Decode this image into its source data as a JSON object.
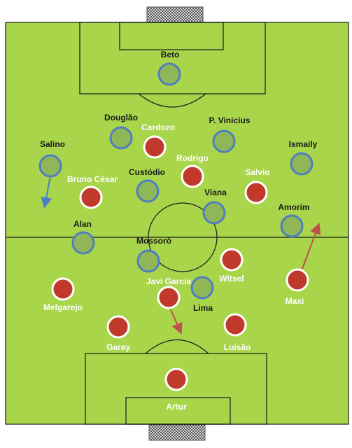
{
  "colors": {
    "pitch": "#a8d54a",
    "line": "#1a1a1a",
    "blue_fill": "#8fb657",
    "blue_ring": "#4f7fc0",
    "red_fill": "#c0392b",
    "red_ring": "#ffffff",
    "red_arrow": "#c0504d",
    "blue_arrow": "#4f7fc0"
  },
  "team_blue": [
    {
      "name": "Beto",
      "label_style": "dark"
    },
    {
      "name": "Douglão",
      "label_style": "dark"
    },
    {
      "name": "P. Vinicius",
      "label_style": "dark"
    },
    {
      "name": "Salino",
      "label_style": "dark"
    },
    {
      "name": "Ismaily",
      "label_style": "dark"
    },
    {
      "name": "Custódio",
      "label_style": "dark"
    },
    {
      "name": "Viana",
      "label_style": "dark"
    },
    {
      "name": "Amorim",
      "label_style": "dark"
    },
    {
      "name": "Alan",
      "label_style": "dark"
    },
    {
      "name": "Mossoró",
      "label_style": "dark"
    },
    {
      "name": "Lima",
      "label_style": "dark"
    }
  ],
  "team_red": [
    {
      "name": "Cardozo",
      "label_style": "light"
    },
    {
      "name": "Rodrigo",
      "label_style": "light"
    },
    {
      "name": "Bruno César",
      "label_style": "light"
    },
    {
      "name": "Salvio",
      "label_style": "light"
    },
    {
      "name": "Witsel",
      "label_style": "light"
    },
    {
      "name": "Javi Garcia",
      "label_style": "light"
    },
    {
      "name": "Maxi",
      "label_style": "light"
    },
    {
      "name": "Melgarejo",
      "label_style": "light"
    },
    {
      "name": "Garay",
      "label_style": "light"
    },
    {
      "name": "Luisão",
      "label_style": "light"
    },
    {
      "name": "Artur",
      "label_style": "light"
    }
  ]
}
